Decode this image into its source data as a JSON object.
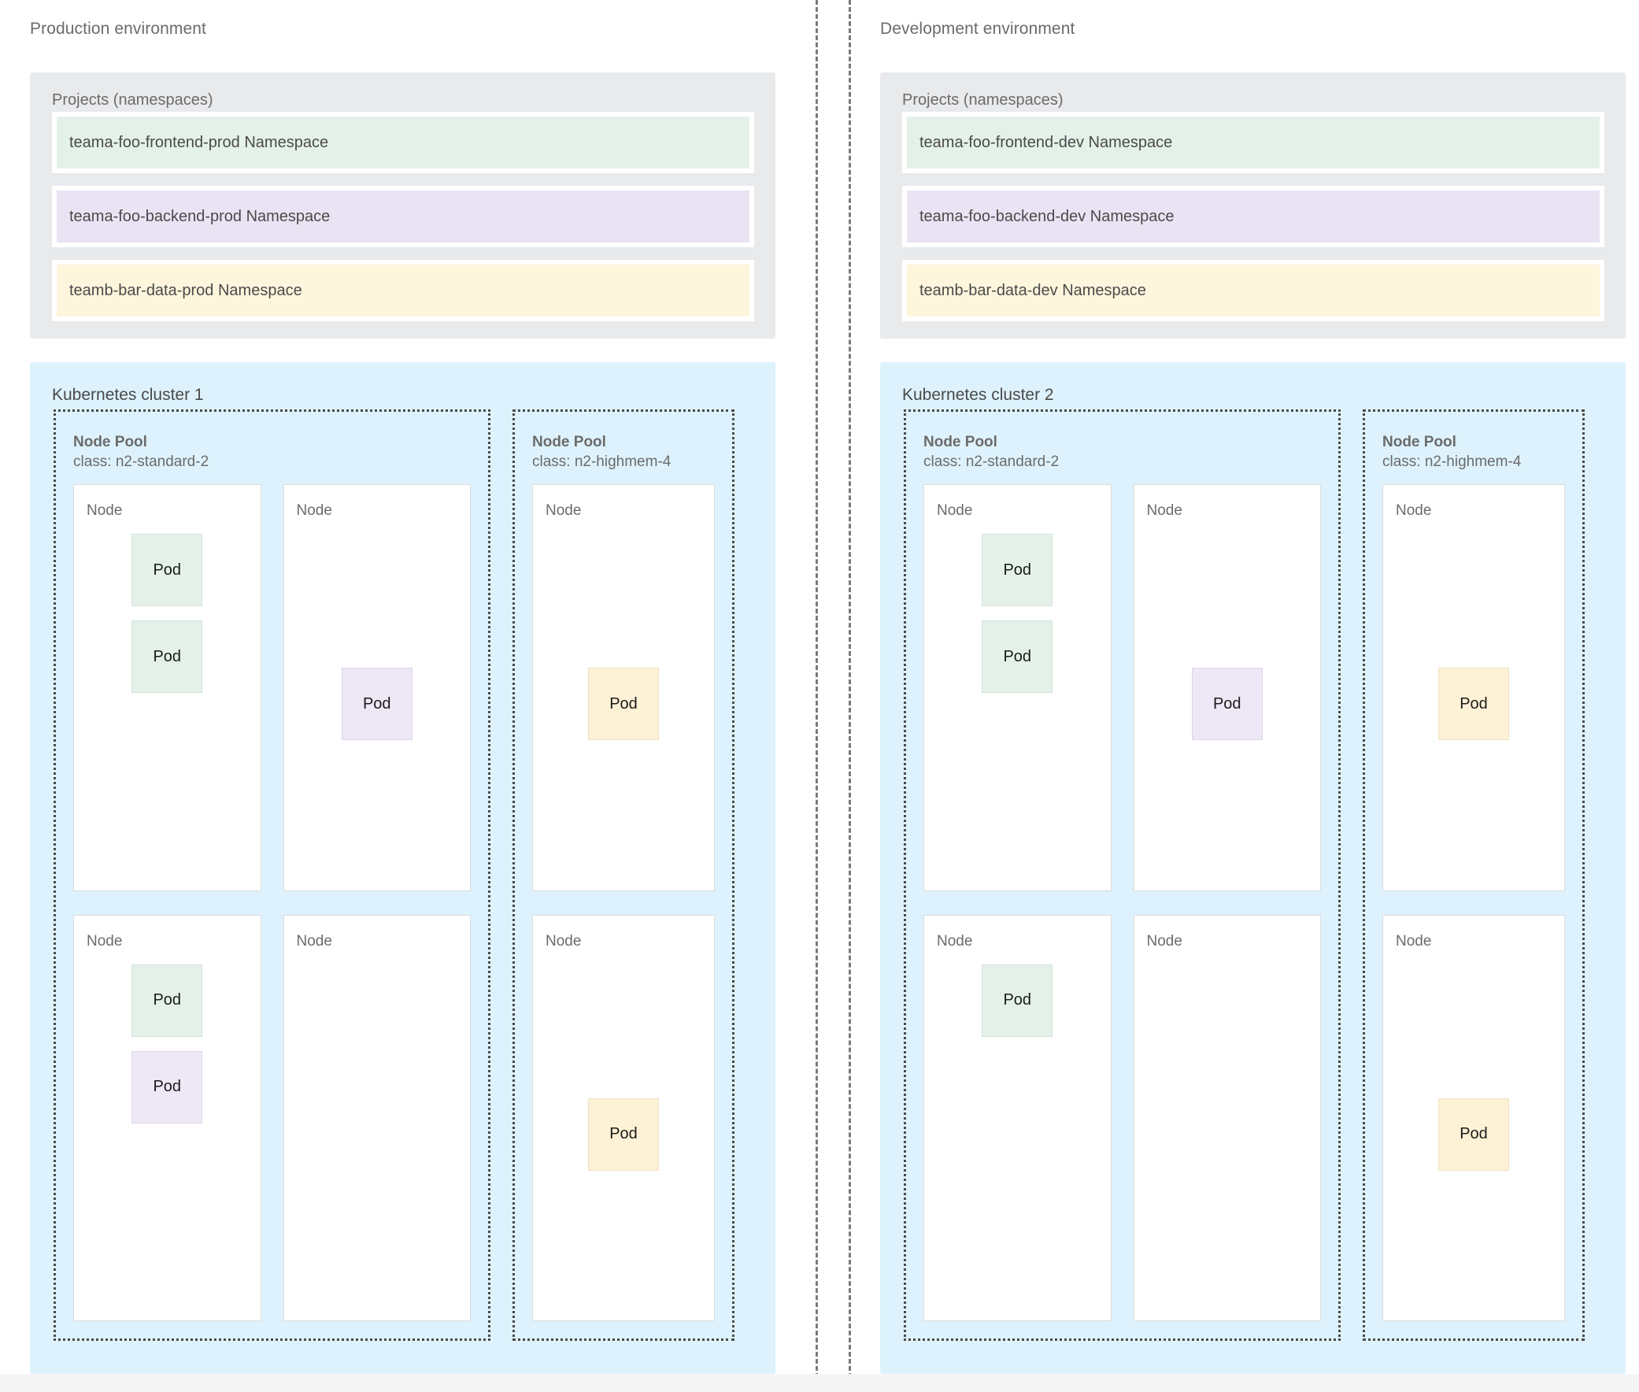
{
  "environments": [
    {
      "title": "Production environment",
      "projects": {
        "title": "Projects (namespaces)",
        "namespaces": [
          {
            "label": "teama-foo-frontend-prod Namespace",
            "color": "green"
          },
          {
            "label": "teama-foo-backend-prod Namespace",
            "color": "purple"
          },
          {
            "label": "teamb-bar-data-prod Namespace",
            "color": "yellow"
          }
        ]
      },
      "cluster": {
        "title": "Kubernetes cluster 1",
        "node_pools": [
          {
            "title": "Node Pool",
            "class": "class: n2-standard-2",
            "node_label": "Node",
            "nodes": [
              {
                "pods": [
                  {
                    "label": "Pod",
                    "color": "green"
                  },
                  {
                    "label": "Pod",
                    "color": "green"
                  }
                ]
              },
              {
                "pods": [
                  {
                    "label": "Pod",
                    "color": "purple"
                  }
                ]
              },
              {
                "pods": [
                  {
                    "label": "Pod",
                    "color": "green"
                  },
                  {
                    "label": "Pod",
                    "color": "purple"
                  }
                ]
              },
              {
                "pods": []
              }
            ]
          },
          {
            "title": "Node Pool",
            "class": "class: n2-highmem-4",
            "node_label": "Node",
            "nodes": [
              {
                "pods": [
                  {
                    "label": "Pod",
                    "color": "yellow"
                  }
                ]
              },
              {
                "pods": [
                  {
                    "label": "Pod",
                    "color": "yellow"
                  }
                ]
              }
            ]
          }
        ]
      }
    },
    {
      "title": "Development environment",
      "projects": {
        "title": "Projects (namespaces)",
        "namespaces": [
          {
            "label": "teama-foo-frontend-dev Namespace",
            "color": "green"
          },
          {
            "label": "teama-foo-backend-dev Namespace",
            "color": "purple"
          },
          {
            "label": "teamb-bar-data-dev Namespace",
            "color": "yellow"
          }
        ]
      },
      "cluster": {
        "title": "Kubernetes cluster 2",
        "node_pools": [
          {
            "title": "Node Pool",
            "class": "class: n2-standard-2",
            "node_label": "Node",
            "nodes": [
              {
                "pods": [
                  {
                    "label": "Pod",
                    "color": "green"
                  },
                  {
                    "label": "Pod",
                    "color": "green"
                  }
                ]
              },
              {
                "pods": [
                  {
                    "label": "Pod",
                    "color": "purple"
                  }
                ]
              },
              {
                "pods": [
                  {
                    "label": "Pod",
                    "color": "green"
                  }
                ]
              },
              {
                "pods": []
              }
            ]
          },
          {
            "title": "Node Pool",
            "class": "class: n2-highmem-4",
            "node_label": "Node",
            "nodes": [
              {
                "pods": [
                  {
                    "label": "Pod",
                    "color": "yellow"
                  }
                ]
              },
              {
                "pods": [
                  {
                    "label": "Pod",
                    "color": "yellow"
                  }
                ]
              }
            ]
          }
        ]
      }
    }
  ],
  "colors": {
    "green": "#e3f1e9",
    "purple": "#eae3f3",
    "yellow": "#fdf5dc",
    "cluster_bg": "#ddf2fc",
    "projects_bg": "#e8eaec",
    "divider": "#7a7a7a"
  }
}
